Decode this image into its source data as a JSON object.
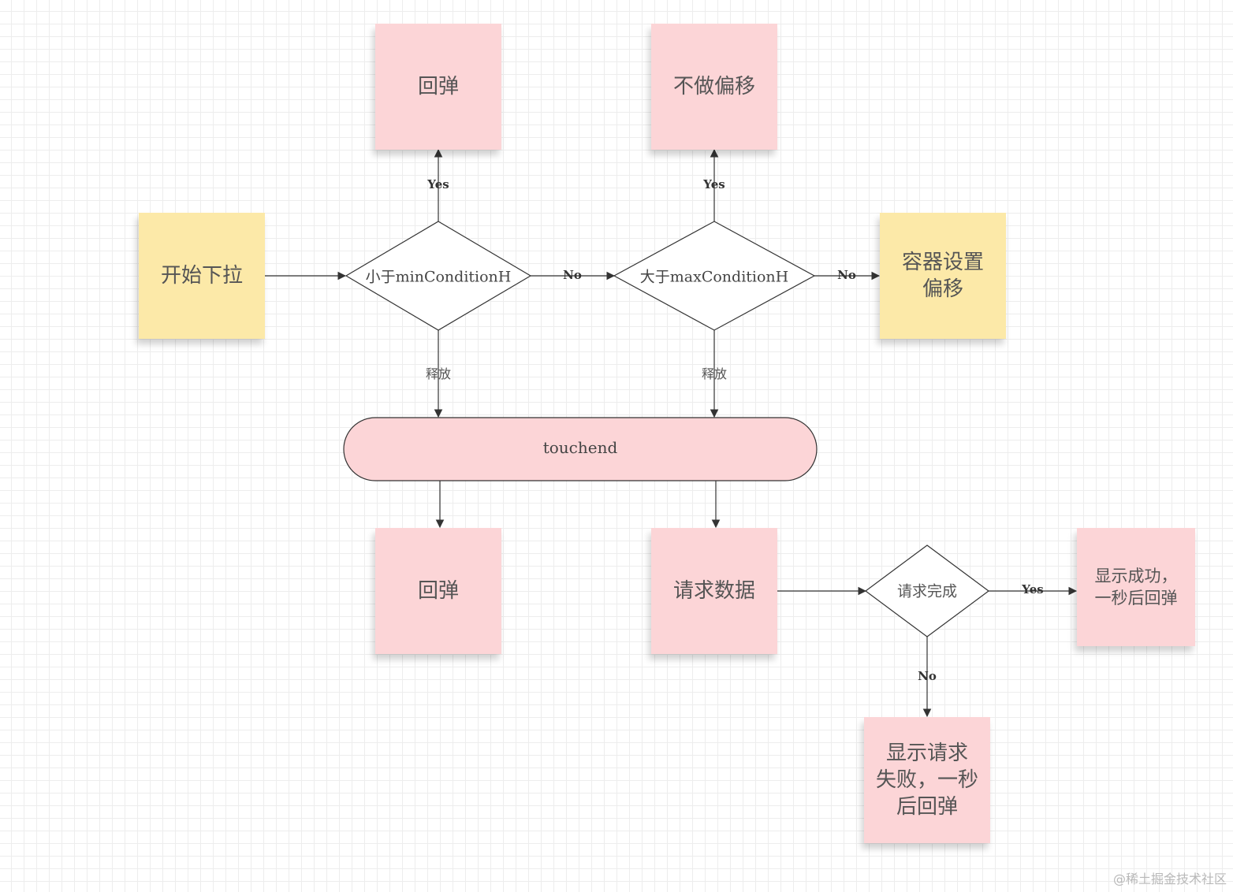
{
  "nodes": {
    "start": "开始下拉",
    "bounce_top": "回弹",
    "no_offset": "不做偏移",
    "container_offset": "容器设置\n偏移",
    "decision_min": "小于minConditionH",
    "decision_max": "大于maxConditionH",
    "touchend": "touchend",
    "bounce_bottom": "回弹",
    "request_data": "请求数据",
    "decision_done": "请求完成",
    "success": "显示成功，\n一秒后回弹",
    "fail": "显示请求\n失败，一秒\n后回弹"
  },
  "edges": {
    "yes_min": "Yes",
    "yes_max": "Yes",
    "no_min": "No",
    "no_max": "No",
    "release_min": "释放",
    "release_max": "释放",
    "yes_done": "Yes",
    "no_done": "No"
  },
  "colors": {
    "sticky_pink": "#fcd5d7",
    "sticky_yellow": "#fce9a8",
    "line": "#333333"
  },
  "watermark": "@稀土掘金技术社区"
}
